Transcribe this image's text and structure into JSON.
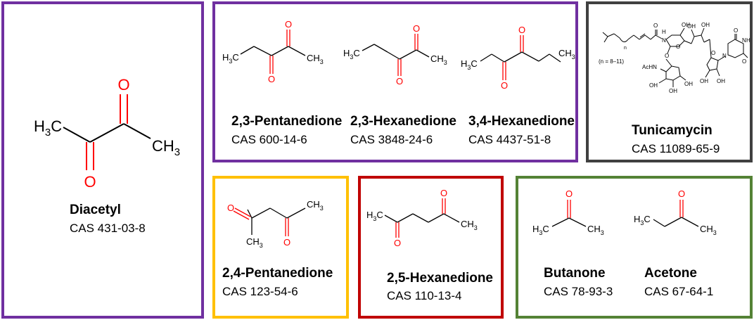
{
  "colors": {
    "purple": "#7030A0",
    "black_frame": "#404040",
    "yellow": "#FFC000",
    "red": "#C00000",
    "green": "#548235",
    "oxygen": "#FF0000"
  },
  "atoms": {
    "oxygen": "O",
    "methyl_H": "H",
    "methyl_C": "C",
    "sub3": "3",
    "acetamido": "AcHN",
    "hydroxyl": "OH",
    "hetero_N": "N",
    "hetero_H": "H",
    "chain_note": "(n = 8–11)",
    "chain_n": "n"
  },
  "compounds": {
    "diacetyl": {
      "name": "Diacetyl",
      "cas": "CAS 431-03-8"
    },
    "pentanedione_23": {
      "name": "2,3-Pentanedione",
      "cas": "CAS 600-14-6"
    },
    "hexanedione_23": {
      "name": "2,3-Hexanedione",
      "cas": "CAS 3848-24-6"
    },
    "hexanedione_34": {
      "name": "3,4-Hexanedione",
      "cas": "CAS 4437-51-8"
    },
    "tunicamycin": {
      "name": "Tunicamycin",
      "cas": "CAS 11089-65-9"
    },
    "pentanedione_24": {
      "name": "2,4-Pentanedione",
      "cas": "CAS 123-54-6"
    },
    "hexanedione_25": {
      "name": "2,5-Hexanedione",
      "cas": "CAS 110-13-4"
    },
    "butanone": {
      "name": "Butanone",
      "cas": "CAS 78-93-3"
    },
    "acetone": {
      "name": "Acetone",
      "cas": "CAS 67-64-1"
    }
  }
}
